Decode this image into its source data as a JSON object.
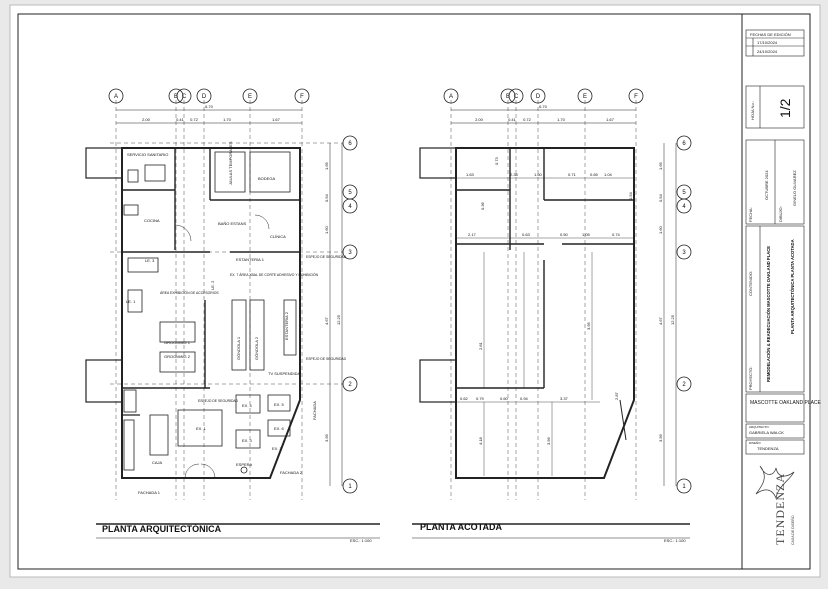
{
  "sheet": {
    "title_left": "PLANTA ARQUITECTÓNICA",
    "title_right": "PLANTA ACOTADA",
    "scale_left": "ESC.: 1:100",
    "scale_right": "ESC.: 1:100"
  },
  "grid": {
    "columns": [
      "A",
      "B",
      "C",
      "D",
      "E",
      "F"
    ],
    "rows": [
      "6",
      "5",
      "4",
      "3",
      "2",
      "1"
    ],
    "top_dims": [
      "2.00",
      "0.41",
      "0.72",
      "1.70",
      "1.67"
    ],
    "overall_top": "6.70",
    "side_dims": [
      "1.65",
      "0.54",
      "1.60",
      "4.67",
      "3.56"
    ],
    "overall_side": "12.25"
  },
  "rooms_left": {
    "servicio": "SERVICIO SANITARIO",
    "bodega": "BODEGA",
    "jaulas": "JAULAS TEMPORALES",
    "cocina": "COCINA",
    "baño": "BAÑO ESTANS",
    "clinica": "CLÍNICA",
    "l3": "LE. 3",
    "l2": "LE. 2",
    "l1": "LE. 1",
    "est1": "ESTANTERIA 1",
    "est2": "ESTANTERIA 2",
    "area": "EX. 7 ÁREA XBAL DE CORTE ADHESIVO Y EXHIBICIÓN",
    "area_ex": "ÁREA EXHIBICIÓN DE ACCESORIOS",
    "groom1": "GROOMING 1",
    "groom2": "GROOMING 2",
    "gondola1": "GÓNDOLA 1",
    "gondola2": "GÓNDOLA 2",
    "tv": "TV SUSPENDIDA",
    "espejo": "ESPEJO DE SEGURIDAD",
    "espejo2": "ESPEJO DE SEGURIDAD",
    "espejo3": "ESPEJO DE SEGURIDAD",
    "ex1": "EX. 1",
    "ex3": "EX. 3",
    "ex4": "EX. 4",
    "ex5": "EX. 5",
    "ex6": "EX. 6",
    "ex2": "EX. 2",
    "caja": "CAJA",
    "espera": "ESPERA",
    "fachada1": "FACHADA 1",
    "fachada2": "FACHADA 2",
    "fachada_side": "FACHADA"
  },
  "dims_right": [
    "1.63",
    "0.73",
    "2.38",
    "1.60",
    "0.71",
    "0.65",
    "1.04",
    "0.54",
    "0.36",
    "2.17",
    "0.63",
    "0.50",
    "1.05",
    "0.74",
    "3.95",
    "2.81",
    "0.62",
    "0.79",
    "0.60",
    "3.37",
    "2.87",
    "3.56",
    "0.94",
    "4.18"
  ],
  "title_block": {
    "fechas_header": "FECHAS DE EDICIÓN",
    "fecha1": "17/10/2024",
    "fecha2": "24/10/2024",
    "hoja_label": "HOJA No.:",
    "sheet_no": "1/2",
    "fecha_label": "FECHA:",
    "fecha": "OCTUBRE 2024",
    "dibujo_label": "DIBUJO:",
    "dibujo": "GINELO OLIVAREZ",
    "proyecto_label": "PROYECTO:",
    "proyecto": "REMODELACIÓN & READECUACIÓN MASCOTTE OAKLAND PLACE",
    "contenido_label": "CONTENIDO:",
    "contenido": "PLANTA ARQUITECTÓNICA PLANTA ACOTADA",
    "cliente": "MASCOTTE OAKLAND PLACE",
    "arq_label": "ARQUITECTO:",
    "arq": "GABRIELA WALCK",
    "diseno_label": "DISEÑO:",
    "diseno": "TENDENZA",
    "logo": "TENDENZA",
    "logo_sub": "CASA DE DISEÑO"
  }
}
